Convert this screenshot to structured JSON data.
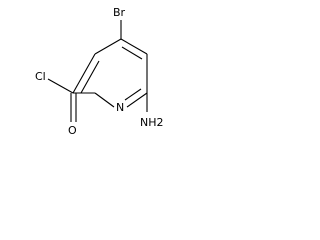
{
  "molecule": {
    "atoms": {
      "bromine": "Br",
      "chlorine": "Cl",
      "oxygen": "O",
      "nitrogen": "N",
      "amino": "NH2"
    }
  }
}
